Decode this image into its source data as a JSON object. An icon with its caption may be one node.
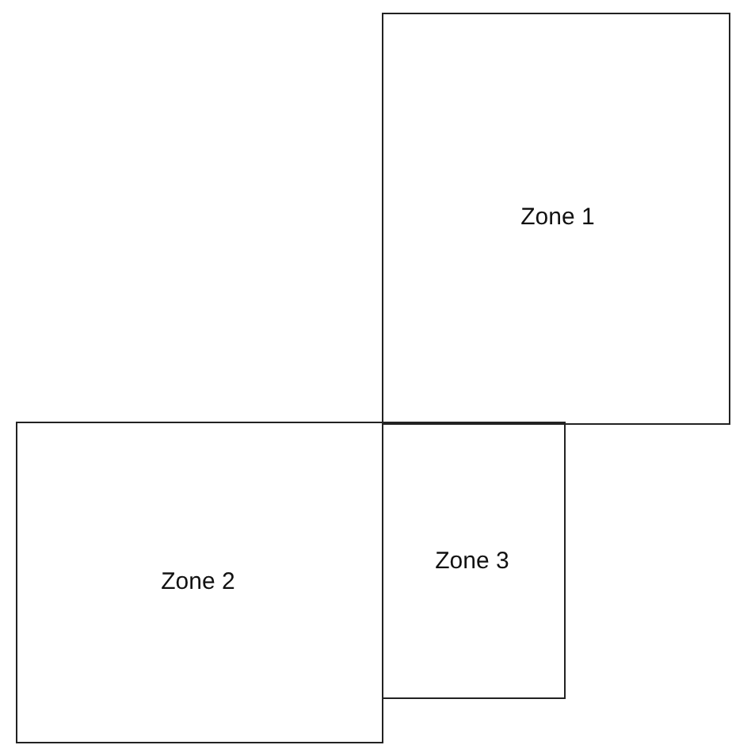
{
  "diagram": {
    "nodes": [
      {
        "text": [
          "Zone 1"
        ]
      },
      {
        "text": [
          "Zone 2"
        ]
      },
      {
        "text": [
          "Zone 3"
        ]
      }
    ]
  }
}
